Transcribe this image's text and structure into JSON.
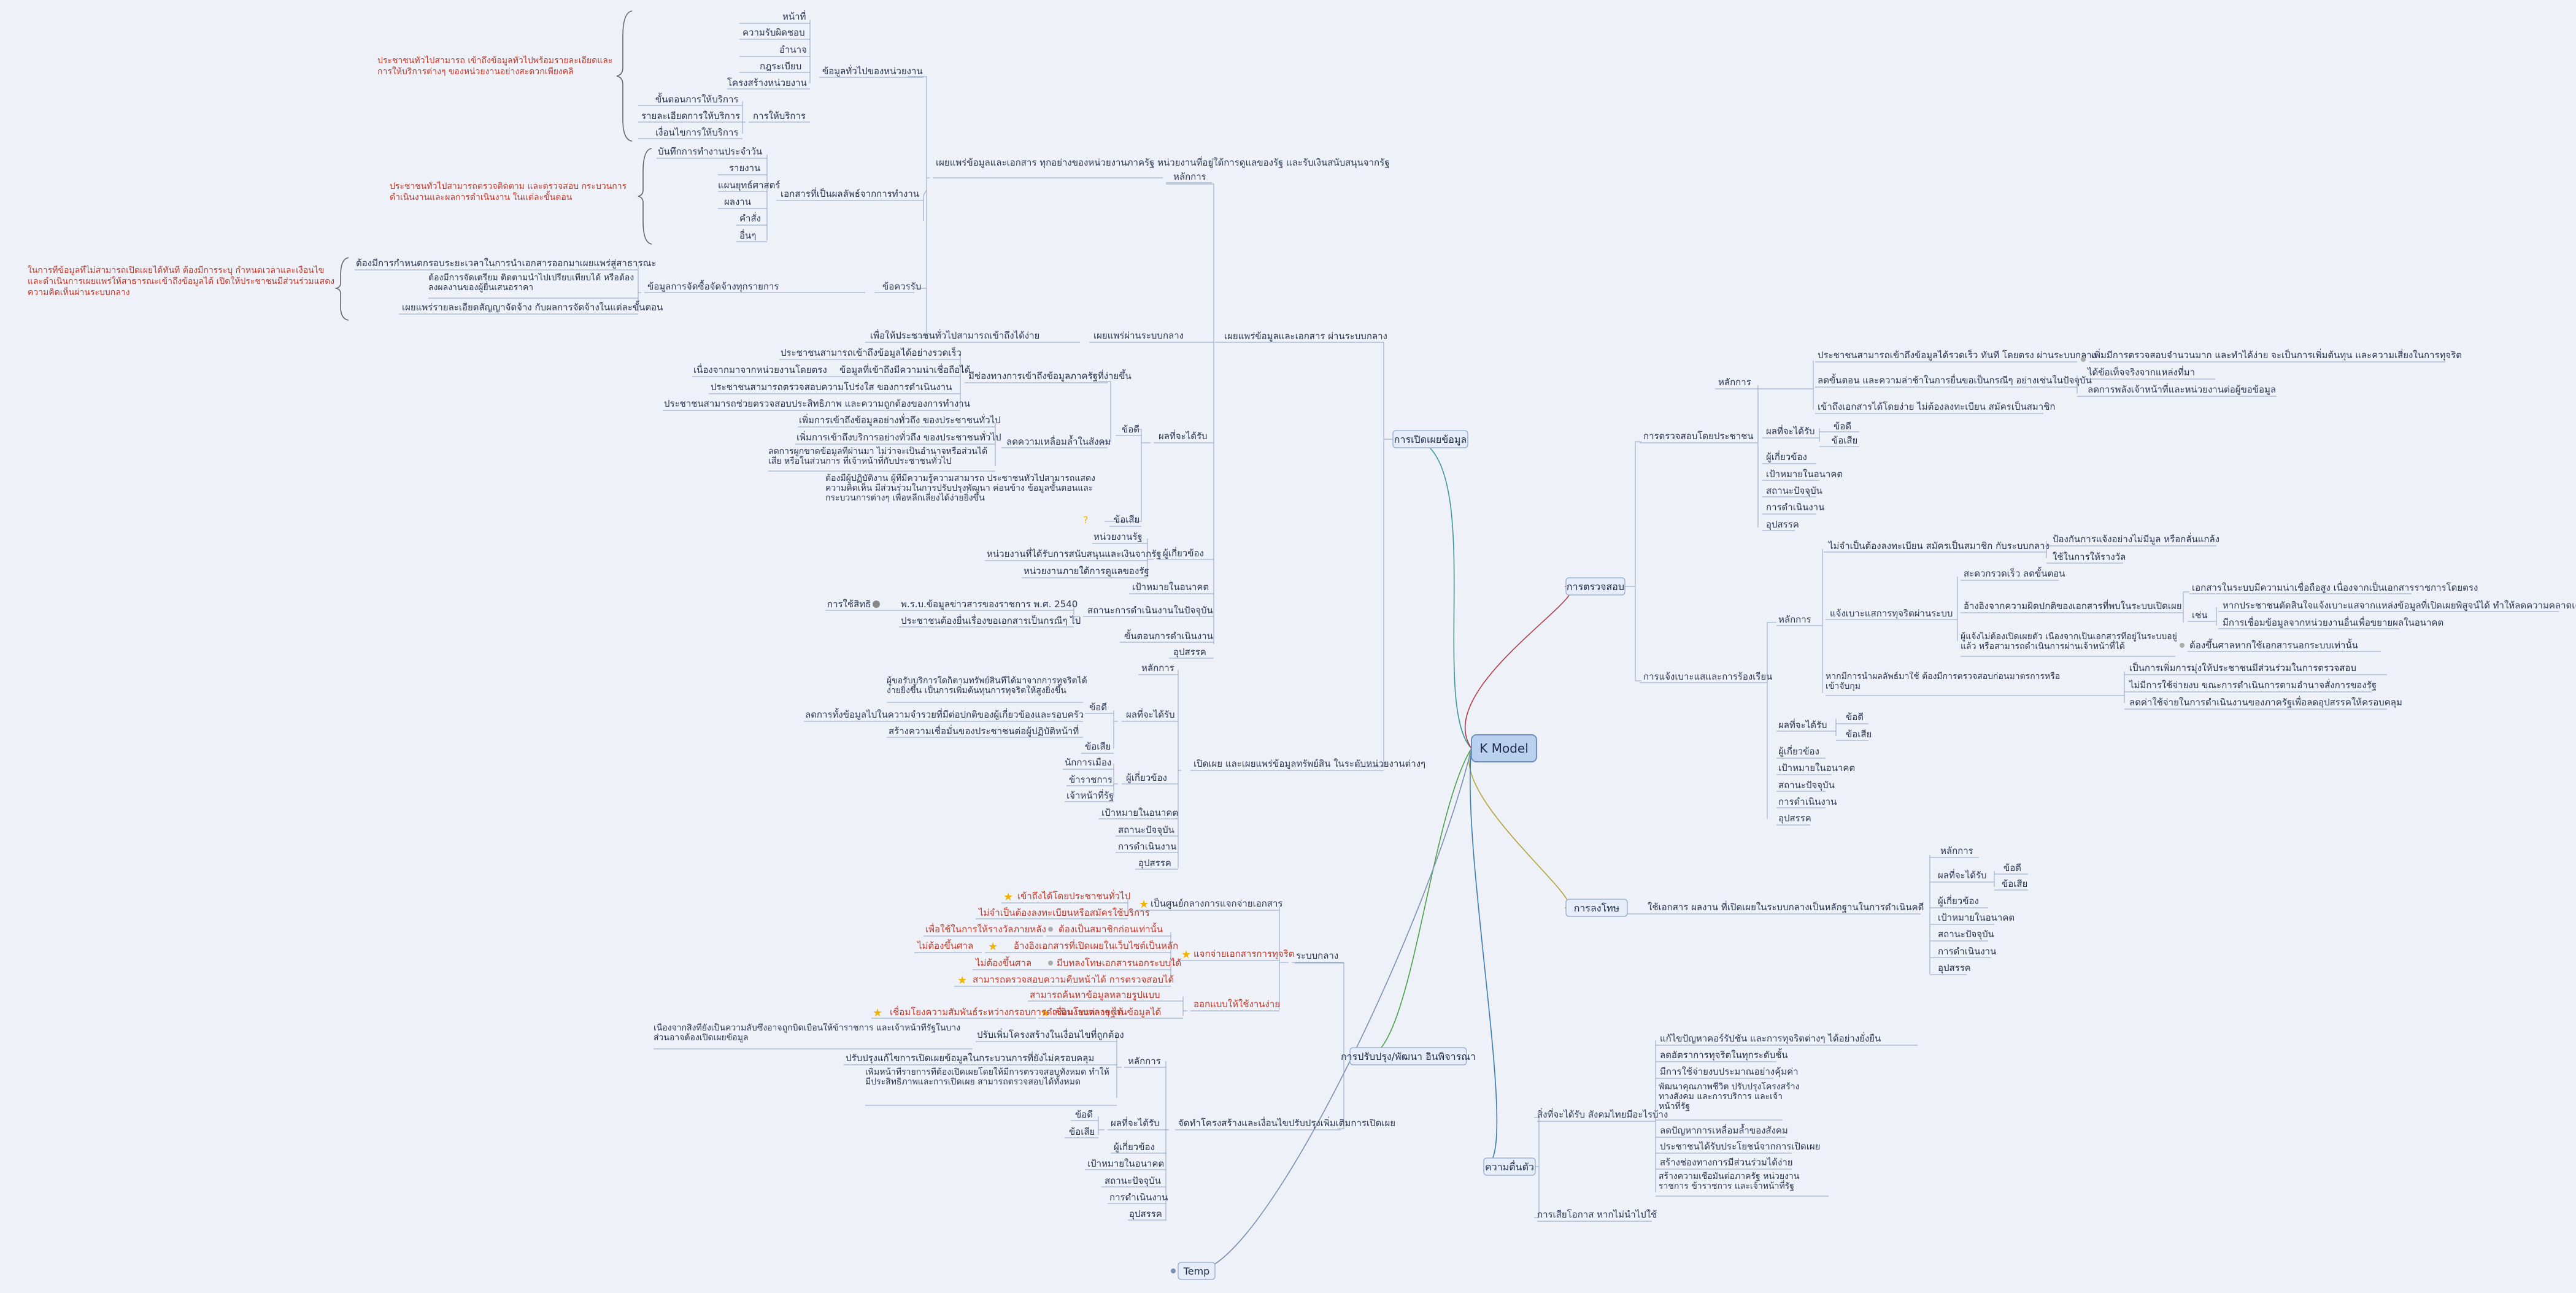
{
  "root": "K Model",
  "temp": "Temp",
  "branches": {
    "openness": {
      "title": "การเปิดเผยข้อมูล",
      "principle": "หลักการ",
      "main": "เผยแพร่ข้อมูลและเอกสาร ผ่านระบบกลาง",
      "group1": "เผยแพร่ข้อมูลและเอกสาร ทุกอย่างของหน่วยงานภาครัฐ หน่วยงานที่อยู่ใต้การดูแลของรัฐ และรับเงินสนับสนุนจากรัฐ",
      "general": "ข้อมูลทั่วไปของหน่วยงาน",
      "general_items": [
        "หน้าที่",
        "ความรับผิดชอบ",
        "อำนาจ",
        "กฎระเบียบ",
        "โครงสร้างหน่วยงาน"
      ],
      "service": "การให้บริการ",
      "service_items": [
        "ขั้นตอนการให้บริการ",
        "รายละเอียดการให้บริการ",
        "เงื่อนไขการให้บริการ"
      ],
      "general_note": "ประชาชนทั่วไปสามารถ เข้าถึงข้อมูลทั่วไปพร้อมรายละเอียดและการให้บริการต่างๆ ของหน่วยงานอย่างสะดวกเพียงคลิ",
      "work_docs": "เอกสารที่เป็นผลลัพธ์จากการทำงาน",
      "work_items": [
        "บันทึกการทำงานประจำวัน",
        "รายงาน",
        "แผนยุทธ์ศาสตร์",
        "ผลงาน",
        "คำสั่ง",
        "อื่นๆ"
      ],
      "work_note": "ประชาชนทั่วไปสามารถตรวจติดตาม และตรวจสอบ กระบวนการดำเนินงานและผลการดำเนินงาน ในแต่ละขั้นตอน",
      "procure": "ข้อมูลการจัดซื้อจัดจ้างทุกรายการ",
      "procure_label": "ข้อควรรับ",
      "procure_items": [
        "ต้องมีการกำหนดกรอบระยะเวลาในการนำเอกสารออกมาเผยแพร่สู่สาธารณะ",
        "ต้องมีการจัดเตรียม ติดตามนำไปเปรียบเทียบได้ หรือต้องลงผลงานของผู้ยื่นเสนอราคา",
        "เผยแพร่รายละเอียดสัญญาจัดจ้าง กับผลการจัดจ้างในแต่ละขั้นตอน"
      ],
      "procure_note": "ในการที่ข้อมูลที่ไม่สามารถเปิดเผยได้ทันที ต้องมีการระบุ กำหนดเวลาและเงื่อนไข และดำเนินการเผยแพร่ให้สาธารณะเข้าถึงข้อมูลได้ เปิดให้ประชาชนมีส่วนร่วมแสดงความคิดเห็นผ่านระบบกลาง",
      "central": "เผยแพร่ผ่านระบบกลาง",
      "central_note": "เพื่อให้ประชาชนทั่วไปสามารถเข้าถึงได้ง่าย",
      "impact": "ผลที่จะได้รับ",
      "pros": "ข้อดี",
      "pros_group1": "มีช่องทางการเข้าถึงข้อมูลภาครัฐที่ง่ายขึ้น",
      "pros_group1_items": [
        "ประชาชนสามารถเข้าถึงข้อมูลได้อย่างรวดเร็ว",
        "ข้อมูลที่เข้าถึงมีความน่าเชื่อถือได้",
        "ประชาชนสามารถตรวจสอบความโปร่งใส ของการดำเนินงาน",
        "ประชาชนสามารถช่วยตรวจสอบประสิทธิภาพ และความถูกต้องของการทำงาน"
      ],
      "pros_group1_left": "เนื่องจากมาจากหน่วยงานโดยตรง",
      "pros_group2": "ลดความเหลื่อมล้ำในสังคม",
      "pros_group2_items": [
        "เพิ่มการเข้าถึงข้อมูลอย่างทั่วถึง ของประชาชนทั่วไป",
        "เพิ่มการเข้าถึงบริการอย่างทั่วถึง ของประชาชนทั่วไป",
        "ลดการผูกขาดข้อมูลที่ผ่านมา ไม่ว่าจะเป็นอำนาจหรือส่วนได้เสีย หรือในส่วนการ ที่เจ้าหน้าที่กับประชาชนทั่วไป"
      ],
      "cons": "ข้อเสีย",
      "cons_note": "ต้องมีผู้ปฏิบัติงาน ผู้ที่มีความรู้ความสามารถ ประชาชนทั่วไปสามารถแสดงความคิดเห็น มีส่วนร่วมในการปรับปรุงพัฒนา ค่อนข้าง ข้อมูลขั้นตอนและกระบวนการต่างๆ เพื่อหลีกเลี่ยงได้ง่ายยิ่งขึ้น",
      "stake": "ผู้เกี่ยวข้อง",
      "stake_items": [
        "หน่วยงานรัฐ",
        "หน่วยงานที่ได้รับการสนับสนุนและเงินจากรัฐ",
        "หน่วยงานภายใต้การดูแลของรัฐ"
      ],
      "target": "เป้าหมายในอนาคต",
      "status": "สถานะการดำเนินงานในปัจจุบัน",
      "law": "พ.ร.บ.ข้อมูลข่าวสารของราชการ พ.ศ. 2540",
      "law_left": "การใช้สิทธิ",
      "law_note": "ประชาชนต้องยื่นเรื่องขอเอกสารเป็นกรณีๆ ไป",
      "steps": "ขั้นตอนการดำเนินงาน",
      "obstacles": "อุปสรรค",
      "open2": "เปิดเผย และเผยแพร่ข้อมูลทรัพย์สิน ในระดับหน่วยงานต่างๆ",
      "open2_principle": "หลักการ",
      "open2_pros": "ข้อดี",
      "open2_impact": "ผลที่จะได้รับ",
      "open2_pros_items": [
        "ผู้ขอรับบริการใดก็ตามทรัพย์สินที่ได้มาจากการทุจริตได้ง่ายยิ่งขึ้น เป็นการเพิ่มต้นทุนการทุจริตให้สูงยิ่งขึ้น",
        "ลดการทั้งข้อมูลไปในความจำรวยที่มีต่อปกติของผู้เกี่ยวข้องและรอบครัว",
        "สร้างความเชื่อมั่นของประชาชนต่อผู้ปฏิบัติหน้าที่"
      ],
      "open2_cons": "ข้อเสีย",
      "open2_stake": "ผู้เกี่ยวข้อง",
      "open2_stake_items": [
        "นักการเมือง",
        "ข้าราชการ",
        "เจ้าหน้าที่รัฐ"
      ],
      "open2_rest": [
        "เป้าหมายในอนาคต",
        "สถานะปัจจุบัน",
        "การดำเนินงาน",
        "อุปสรรค"
      ]
    },
    "monitor": {
      "title": "การตรวจสอบ",
      "by_people": "การตรวจสอบโดยประชาชน",
      "principle": "หลักการ",
      "p1": "ประชาชนสามารถเข้าถึงข้อมูลได้รวดเร็ว ทันที โดยตรง ผ่านระบบกลาง",
      "p1_right": "เพิ่มมีการตรวจสอบจำนวนมาก และทำได้ง่าย จะเป็นการเพิ่มต้นทุน และความเสี่ยงในการทุจริต",
      "p2": "ลดขั้นตอน และความล่าช้าในการยื่นขอเป็นกรณีๆ อย่างเช่นในปัจจุบัน",
      "p2_right": [
        "ได้ข้อเท็จจริงจากแหล่งที่มา",
        "ลดการพลังเจ้าหน้าที่และหน่วยงานต่อผู้ขอข้อมูล"
      ],
      "p3": "เข้าถึงเอกสารได้โดยง่าย ไม่ต้องลงทะเบียน สมัครเป็นสมาชิก",
      "impact": "ผลที่จะได้รับ",
      "pros": "ข้อดี",
      "cons": "ข้อเสีย",
      "rest": [
        "ผู้เกี่ยวข้อง",
        "เป้าหมายในอนาคต",
        "สถานะปัจจุบัน",
        "การดำเนินงาน",
        "อุปสรรค"
      ],
      "complaint": "การแจ้งเบาะแสและการร้องเรียน",
      "c_principle": "หลักการ",
      "c1": "ไม่จำเป็นต้องลงทะเบียน สมัครเป็นสมาชิก กับระบบกลาง",
      "c1_right": [
        "ป้องกันการแจ้งอย่างไม่มีมูล หรือกลั่นแกล้ง",
        "ใช้ในการให้รางวัล"
      ],
      "c2": "แจ้งเบาะแสการทุจริตผ่านระบบ",
      "c2_a": "สะดวกรวดเร็ว ลดขั้นตอน",
      "c2_b": "อ้างอิงจากความผิดปกติของเอกสารที่พบในระบบเปิดเผย",
      "c2_b_right": [
        "เอกสารในระบบมีความน่าเชื่อถือสูง เนื่องจากเป็นเอกสารราชการโดยตรง",
        "หากประชาชนตัดสินใจแจ้งเบาะแสจากแหล่งข้อมูลที่เปิดเผยพิสูจน์ได้ ทำให้ลดความคลาดเคลื่อน",
        "มีการเชื่อมข้อมูลจากหน่วยงานอื่นเพื่อขยายผลในอนาคต"
      ],
      "c2_b_mid": "เช่น",
      "c2_c": "ผู้แจ้งไม่ต้องเปิดเผยตัว เนื่องจากเป็นเอกสารที่อยู่ในระบบอยู่แล้ว หรือสามารถดำเนินการผ่านเจ้าหน้าที่ได้",
      "c2_c_right": "ต้องขึ้นศาลหากใช้เอกสารนอกระบบเท่านั้น",
      "c3": "หากมีการนำผลลัพธ์มาใช้ ต้องมีการตรวจสอบก่อนมาตรการหรือเข้าจับกุม",
      "c3_right": [
        "เป็นการเพิ่มการมุ่งให้ประชาชนมีส่วนร่วมในการตรวจสอบ",
        "ไม่มีการใช้จ่ายงบ ขณะการดำเนินการตามอำนาจสั่งการของรัฐ",
        "ลดค่าใช้จ่ายในการดำเนินงานของภาครัฐเพื่อลดอุปสรรคให้ครอบคลุม"
      ],
      "c_impact": "ผลที่จะได้รับ",
      "c_pros": "ข้อดี",
      "c_cons": "ข้อเสีย",
      "c_rest": [
        "ผู้เกี่ยวข้อง",
        "เป้าหมายในอนาคต",
        "สถานะปัจจุบัน",
        "การดำเนินงาน",
        "อุปสรรค"
      ]
    },
    "punish": {
      "title": "การลงโทษ",
      "main": "ใช้เอกสาร ผลงาน ที่เปิดเผยในระบบกลางเป็นหลักฐานในการดำเนินคดี",
      "items": [
        "หลักการ",
        "ผลที่จะได้รับ",
        "ผู้เกี่ยวข้อง",
        "เป้าหมายในอนาคต",
        "สถานะปัจจุบัน",
        "การดำเนินงาน",
        "อุปสรรค"
      ],
      "pros": "ข้อดี",
      "cons": "ข้อเสีย"
    },
    "reform": {
      "title": "การปรับปรุง/พัฒนา อินพิจารณา",
      "central": "ระบบกลาง",
      "s1": "เป็นศูนย์กลางการแจกจ่ายเอกสาร",
      "s1_items": [
        "เข้าถึงได้โดยประชาชนทั่วไป",
        "ไม่จำเป็นต้องลงทะเบียนหรือสมัครใช้บริการ"
      ],
      "s2": "แจกจ่ายเอกสารการทุจริต",
      "s2_items": [
        "ต้องเป็นสมาชิกก่อนเท่านั้น",
        "อ้างอิงเอกสารที่เปิดเผยในเว็บไซต์เป็นหลัก",
        "มีบทลงโทษเอกสารนอกระบบได้",
        "สามารถตรวจสอบความคืบหน้าได้ การตรวจสอบได้"
      ],
      "s2_left": [
        "เพื่อใช้ในการให้รางวัลภายหลัง",
        "ไม่ต้องขึ้นศาล"
      ],
      "s3": "ออกแบบให้ใช้งานง่าย",
      "s3_items": [
        "สามารถค้นหาข้อมูลหลายรูปแบบ",
        "เชื่อมโยงหลายฐานข้อมูลได้"
      ],
      "s3_left": "เชื่อมโยงความสัมพันธ์ระหว่างกรอบการดำเนินงานต่างๆ ได้",
      "law": "จัดทำโครงสร้างและเงื่อนไขปรับปรุงเพิ่มเติมการเปิดเผย",
      "law_principle": "หลักการ",
      "law_items": [
        "ปรับเพิ่มโครงสร้างในเงื่อนไขที่ถูกต้อง",
        "ปรับปรุงแก้ไขการเปิดเผยข้อมูลในกระบวนการที่ยังไม่ครอบคลุม",
        "เพิ่มหน้าที่รายการที่ต้องเปิดเผยโดยให้มีการตรวจสอบทั้งหมด ทำให้มีประสิทธิภาพและการเปิดเผย สามารถตรวจสอบได้ทั้งหมด"
      ],
      "law_left": "เนื่องจากสิ่งที่ยังเป็นความลับซึ่งอาจถูกบิดเบือนให้ข้าราชการ และเจ้าหน้าที่รัฐในบางส่วนอาจต้องเปิดเผยข้อมูล",
      "impact": "ผลที่จะได้รับ",
      "pros": "ข้อดี",
      "cons": "ข้อเสีย",
      "rest": [
        "ผู้เกี่ยวข้อง",
        "เป้าหมายในอนาคต",
        "สถานะปัจจุบัน",
        "การดำเนินงาน",
        "อุปสรรค"
      ]
    },
    "awareness": {
      "title": "ความตื่นตัว",
      "benefit": "สิ่งที่จะได้รับ สังคมไทยมีอะไรบ้าง",
      "benefit_items": [
        "แก้ไขปัญหาคอร์รัปชัน และการทุจริตต่างๆ ได้อย่างยั่งยืน",
        "ลดอัตราการทุจริตในทุกระดับชั้น",
        "มีการใช้จ่ายงบประมาณอย่างคุ้มค่า",
        "พัฒนาคุณภาพชีวิต ปรับปรุงโครงสร้างทางสังคม และการบริการ และเจ้าหน้าที่รัฐ",
        "ลดปัญหาการเหลื่อมล้ำของสังคม",
        "ประชาชนได้รับประโยชน์จากการเปิดเผย",
        "สร้างช่องทางการมีส่วนร่วมได้ง่าย",
        "สร้างความเชื่อมั่นต่อภาครัฐ หน่วยงานราชการ ข้าราชการ และเจ้าหน้าที่รัฐ"
      ],
      "risk": "การเสียโอกาส หากไม่นำไปใช้"
    }
  }
}
